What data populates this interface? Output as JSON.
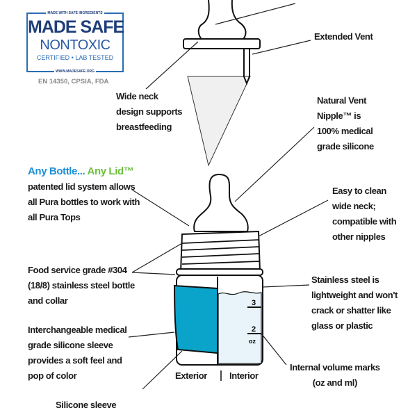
{
  "logo": {
    "top_text": "MADE WITH SAFE INGREDIENTS",
    "title": "MADE SAFE",
    "subtitle": "NONTOXIC",
    "certified": "CERTIFIED • LAB TESTED",
    "website": "WWW.MADESAFE.ORG",
    "standards": "EN 14350, CPSIA, FDA"
  },
  "colors": {
    "sleeve": "#0aa3c9",
    "liquid": "#e8f4fa",
    "brand_blue": "#2a6db4",
    "any_bottle": "#1c8fd8",
    "any_lid": "#6cbf3c"
  },
  "labels": {
    "extended_vent": "Extended Vent",
    "wide_neck": [
      "Wide neck",
      "design supports",
      "breastfeeding"
    ],
    "natural_vent": [
      "Natural Vent",
      "Nipple™ is",
      "100% medical",
      "grade silicone"
    ],
    "any_bottle": "Any Bottle...",
    "any_lid": "Any Lid™",
    "lid_system": [
      "patented lid system allows",
      "all Pura bottles to work with",
      "all Pura Tops"
    ],
    "easy_clean": [
      "Easy to clean",
      "wide neck;",
      "compatible with",
      "other nipples"
    ],
    "food_grade": [
      "Food service grade #304",
      "(18/8) stainless steel bottle",
      "and collar"
    ],
    "stainless": [
      "Stainless steel is",
      "lightweight and won't",
      "crack or shatter like",
      "glass or plastic"
    ],
    "sleeve": [
      "Interchangeable medical",
      "grade silicone sleeve",
      "provides a soft feel and",
      "pop of color"
    ],
    "volume": [
      "Internal volume marks",
      "(oz and ml)"
    ],
    "silicone_sleeve": "Silicone sleeve",
    "exterior": "Exterior",
    "interior": "Interior"
  },
  "volume_marks": [
    "3",
    "2",
    "oz"
  ]
}
